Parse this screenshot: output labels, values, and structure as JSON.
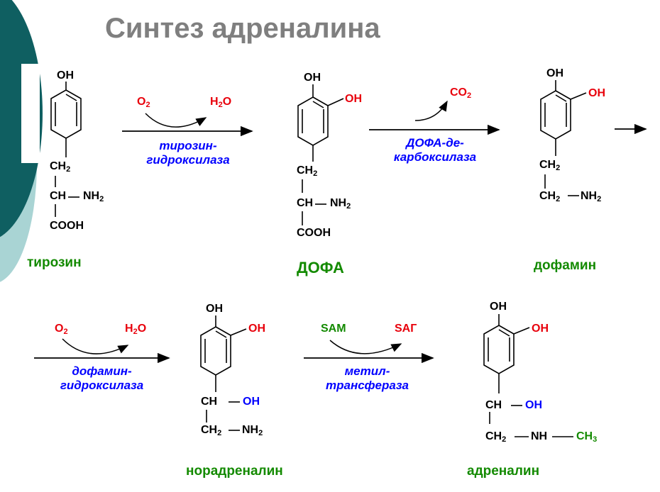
{
  "title": "Синтез адреналина",
  "colors": {
    "title": "#7f7f7f",
    "oxygen_group": "#e8000b",
    "enzyme": "#0000ff",
    "name": "#138a00",
    "sidebar": "#0f5f61",
    "sidebar_light": "#a9d4d4"
  },
  "molecules": {
    "tyrosine": {
      "name": "тирозин",
      "oh": "OH",
      "ch2": "CH",
      "ch2_sub": "2",
      "ch": "CH",
      "nh2": "NH",
      "nh2_sub": "2",
      "cooh": "COOH"
    },
    "dopa": {
      "name": "ДОФА",
      "oh_top": "OH",
      "oh_side": "OH",
      "ch2": "CH",
      "ch2_sub": "2",
      "ch": "CH",
      "nh2": "NH",
      "nh2_sub": "2",
      "cooh": "COOH"
    },
    "dopamine": {
      "name": "дофамин",
      "oh_top": "OH",
      "oh_side": "OH",
      "ch2": "CH",
      "ch2_sub": "2",
      "ch2b": "CH",
      "ch2b_sub": "2",
      "nh2": "NH",
      "nh2_sub": "2"
    },
    "noradrenaline": {
      "name": "норадреналин",
      "oh_top": "OH",
      "oh_side": "OH",
      "ch": "CH",
      "oh_chain": "OH",
      "ch2": "CH",
      "ch2_sub": "2",
      "nh2": "NH",
      "nh2_sub": "2"
    },
    "adrenaline": {
      "name": "адреналин",
      "oh_top": "OH",
      "oh_side": "OH",
      "ch": "CH",
      "oh_chain": "OH",
      "ch2": "CH",
      "ch2_sub": "2",
      "nh": "NH",
      "ch3": "CH",
      "ch3_sub": "3"
    }
  },
  "reactions": {
    "r1": {
      "in": "O",
      "in_sub": "2",
      "out": "H",
      "out_sub": "2",
      "out_tail": "O",
      "enzyme_l1": "тирозин-",
      "enzyme_l2": "гидроксилаза"
    },
    "r2": {
      "out": "CO",
      "out_sub": "2",
      "enzyme_l1": "ДОФА-де-",
      "enzyme_l2": "карбоксилаза"
    },
    "r3": {
      "in": "O",
      "in_sub": "2",
      "out": "H",
      "out_sub": "2",
      "out_tail": "O",
      "enzyme_l1": "дофамин-",
      "enzyme_l2": "гидроксилаза"
    },
    "r4": {
      "in": "SAM",
      "out": "SAГ",
      "enzyme_l1": "метил-",
      "enzyme_l2": "трансфераза"
    }
  }
}
